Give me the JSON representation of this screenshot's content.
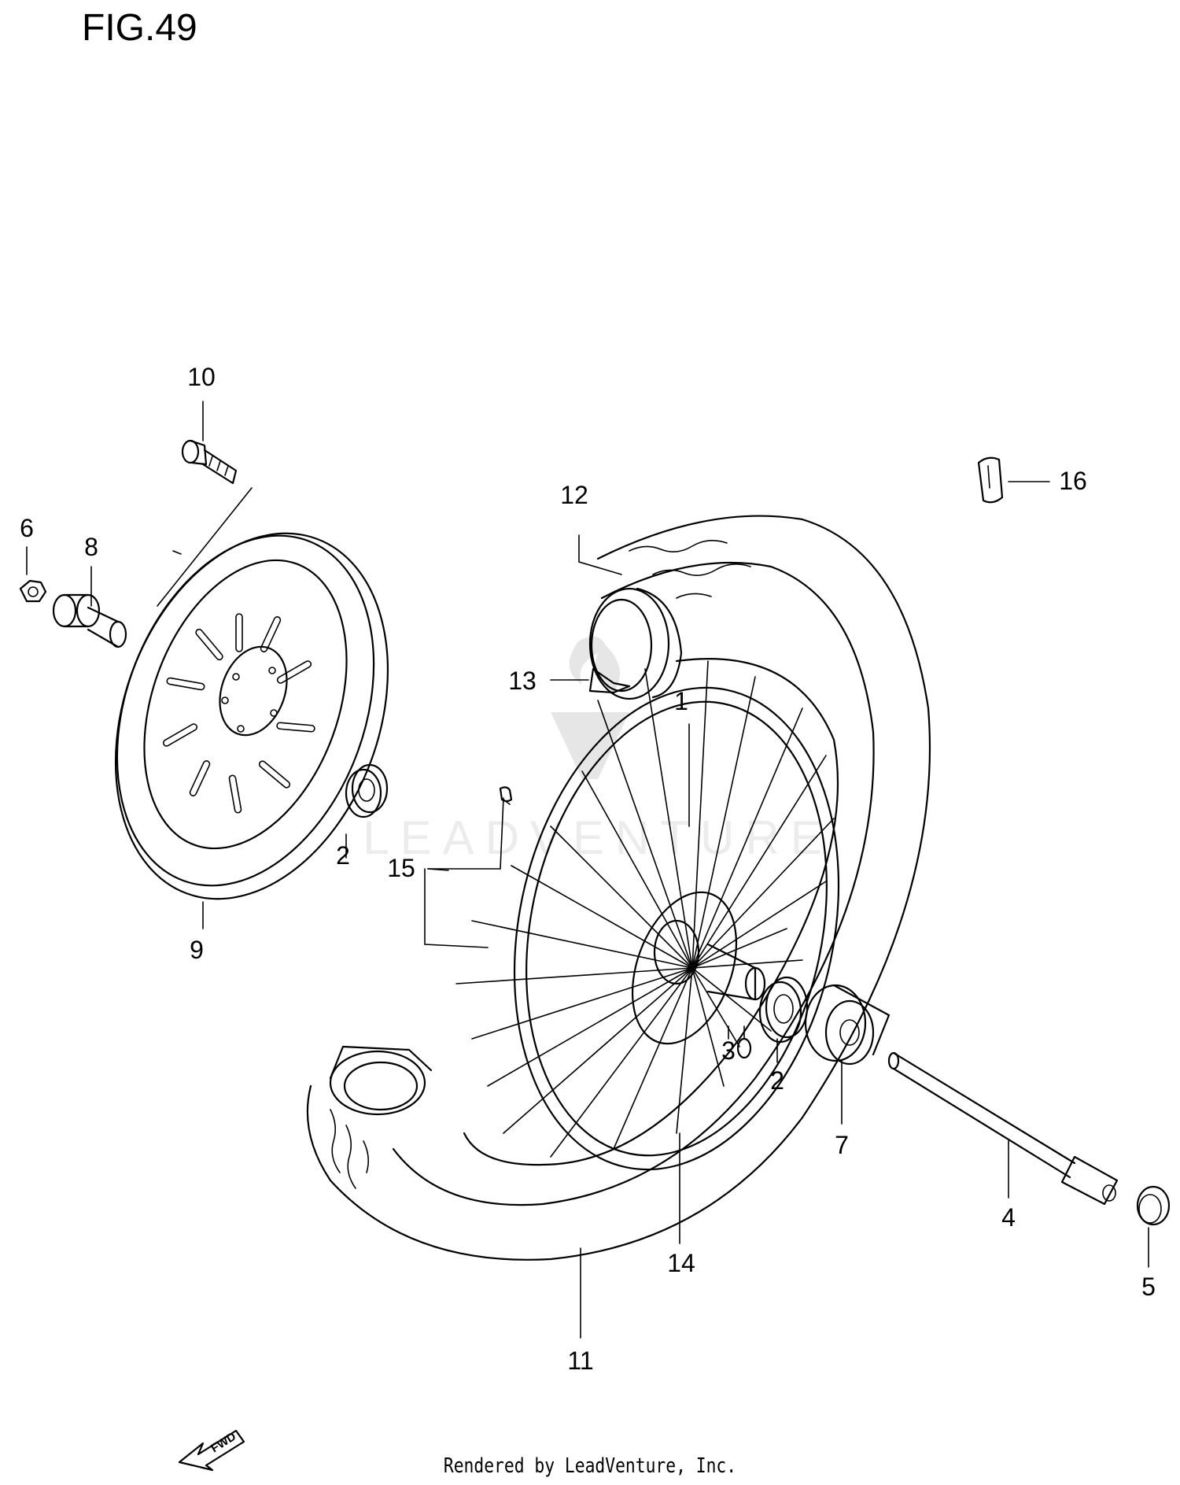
{
  "figure": {
    "title": "FIG.49",
    "credit": "Rendered by LeadVenture, Inc.",
    "watermark": "LEADVENTURE",
    "direction_label": "FWD"
  },
  "callouts": [
    "1",
    "2",
    "2",
    "3",
    "4",
    "5",
    "6",
    "7",
    "8",
    "9",
    "10",
    "11",
    "12",
    "13",
    "14",
    "15",
    "16"
  ],
  "colors": {
    "line": "#000000",
    "background": "#ffffff",
    "watermark": "#e6e6e6"
  }
}
